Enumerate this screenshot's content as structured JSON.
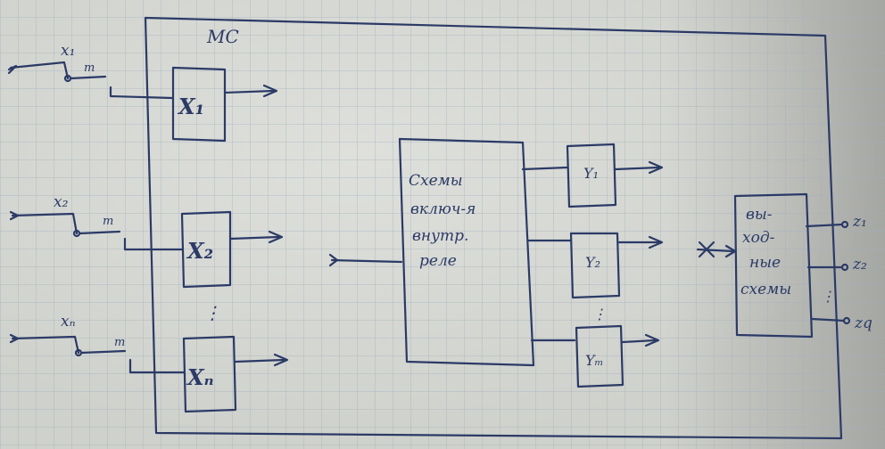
{
  "diagram": {
    "outer_block_label": "МС",
    "inputs": [
      {
        "name": "x₁",
        "contact": "т",
        "block": "X₁"
      },
      {
        "name": "x₂",
        "contact": "т",
        "block": "X₂"
      },
      {
        "name": "xₙ",
        "contact": "т",
        "block": "Xₙ"
      }
    ],
    "vertical_ellipsis": "⋮",
    "relay_block_lines": [
      "Схемы",
      "включ-я",
      "внутр.",
      "реле"
    ],
    "y_blocks": [
      "Y₁",
      "Y₂",
      "Yₘ"
    ],
    "output_block_lines": [
      "вы-",
      "ход-",
      "ные",
      "схемы"
    ],
    "outputs": [
      "z₁",
      "z₂",
      "zq"
    ]
  },
  "colors": {
    "ink": "#2b3a66",
    "paper": "#cfd1cc",
    "grid": "#a0afbe"
  }
}
